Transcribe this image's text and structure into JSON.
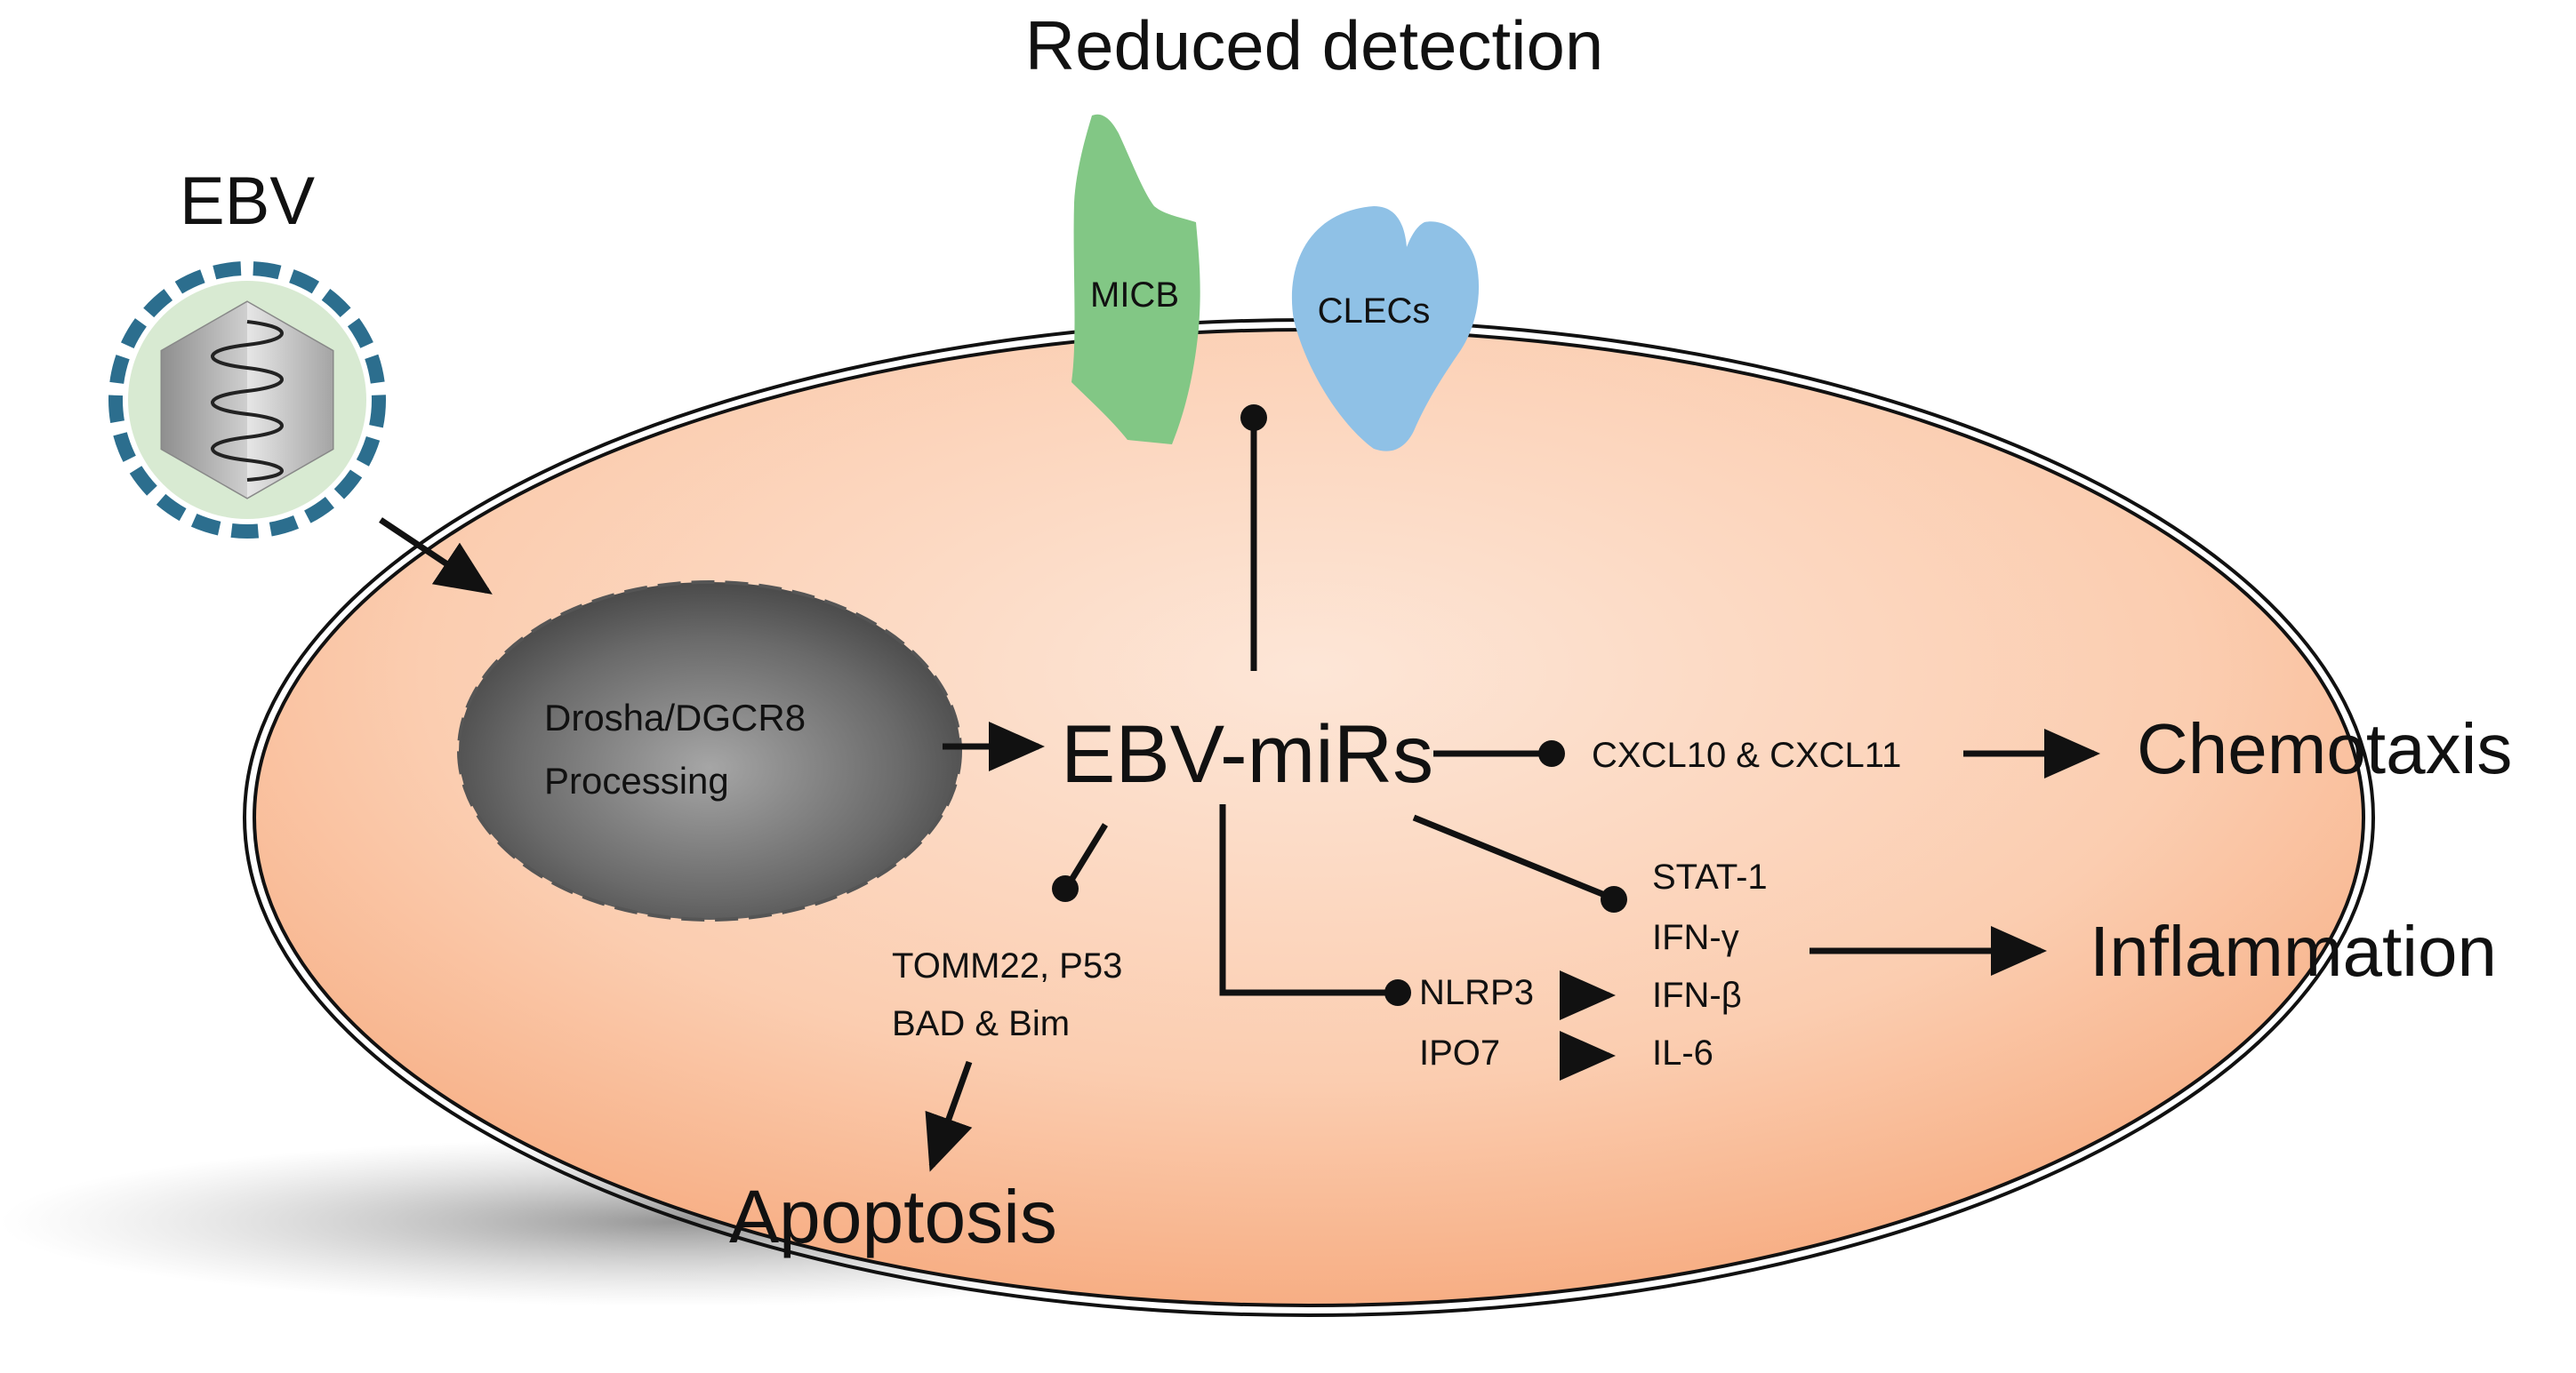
{
  "labels": {
    "ebv": "EBV",
    "reduced_detection": "Reduced detection",
    "micb": "MICB",
    "clecs": "CLECs",
    "processing_line1": "Drosha/DGCR8",
    "processing_line2": "Processing",
    "ebv_mirs": "EBV-miRs",
    "cxcl": "CXCL10 & CXCL11",
    "chemotaxis": "Chemotaxis",
    "stat1": "STAT-1",
    "ifn_gamma": "IFN-γ",
    "ifn_beta": "IFN-β",
    "il6": "IL-6",
    "inflammation": "Inflammation",
    "nlrp3": "NLRP3",
    "ipo7": "IPO7",
    "tomm_line1": "TOMM22, P53",
    "tomm_line2": "BAD & Bim",
    "apoptosis": "Apoptosis"
  },
  "colors": {
    "cell_fill": "#fbc7a6",
    "micb_fill": "#82c785",
    "clecs_fill": "#8fc1e6",
    "nucleus_fill": "#6f6f6f",
    "virus_halo": "#d8ead2",
    "virus_spikes": "#2c6e8e"
  }
}
